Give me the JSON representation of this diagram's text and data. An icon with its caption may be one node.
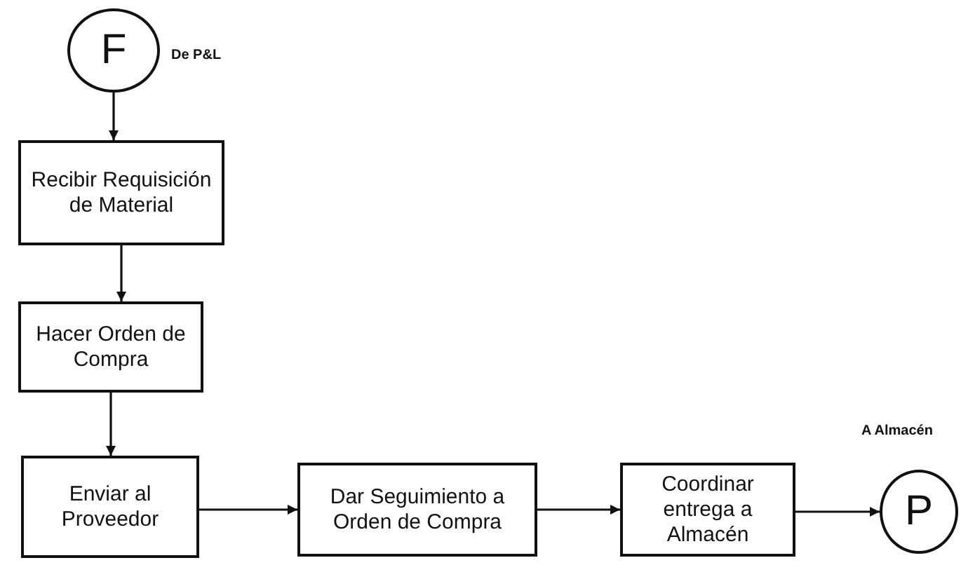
{
  "diagram": {
    "nodes": [
      {
        "text": [
          "F"
        ],
        "beside": [
          "De P&L"
        ]
      },
      {
        "text": [
          "Recibir Requisición de Material"
        ]
      },
      {
        "text": [
          "Hacer Orden de Compra"
        ]
      },
      {
        "text": [
          "Enviar al Proveedor"
        ]
      },
      {
        "text": [
          "Dar Seguimiento a Orden de Compra"
        ]
      },
      {
        "text": [
          "Coordinar entrega a Almacén"
        ]
      },
      {
        "text": [
          "P"
        ],
        "beside": [
          "A Almacén"
        ]
      }
    ],
    "edges": [
      {
        "from": 0,
        "to": 1,
        "arrow": "to"
      },
      {
        "from": 1,
        "to": 2,
        "arrow": "to"
      },
      {
        "from": 2,
        "to": 3,
        "arrow": "to"
      },
      {
        "from": 3,
        "to": 4,
        "arrow": "to"
      },
      {
        "from": 4,
        "to": 5,
        "arrow": "to"
      },
      {
        "from": 5,
        "to": 6,
        "arrow": "to"
      }
    ]
  }
}
